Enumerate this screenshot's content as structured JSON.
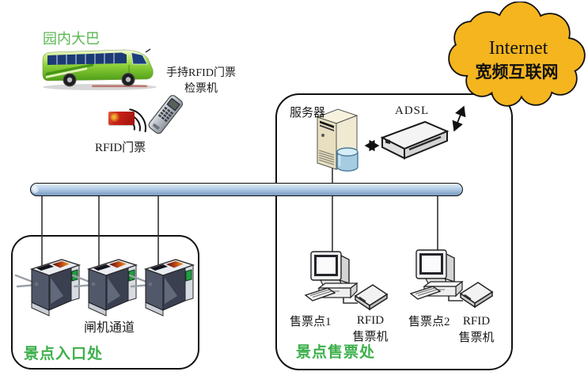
{
  "colors": {
    "green_title": "#3db04b",
    "green_bus_label": "#5cb852",
    "cloud_fill": "#f4b51f",
    "backbone_fill": "#b3cde7"
  },
  "park_bus": {
    "label": "园内大巴"
  },
  "handheld_checker": {
    "label_line1": "手持RFID门票",
    "label_line2": "检票机"
  },
  "rfid_ticket": {
    "label": "RFID门票"
  },
  "internet_cloud": {
    "line1": "Internet",
    "line2": "宽频互联网"
  },
  "server": {
    "label": "服务器"
  },
  "adsl": {
    "label": "ADSL"
  },
  "entrance": {
    "gate_channel_label": "闸机通道",
    "title": "景点入口处"
  },
  "ticket_office": {
    "title": "景点售票处",
    "station1": {
      "label": "售票点1",
      "device_line1": "RFID",
      "device_line2": "售票机"
    },
    "station2": {
      "label": "售票点2",
      "device_line1": "RFID",
      "device_line2": "售票机"
    }
  }
}
